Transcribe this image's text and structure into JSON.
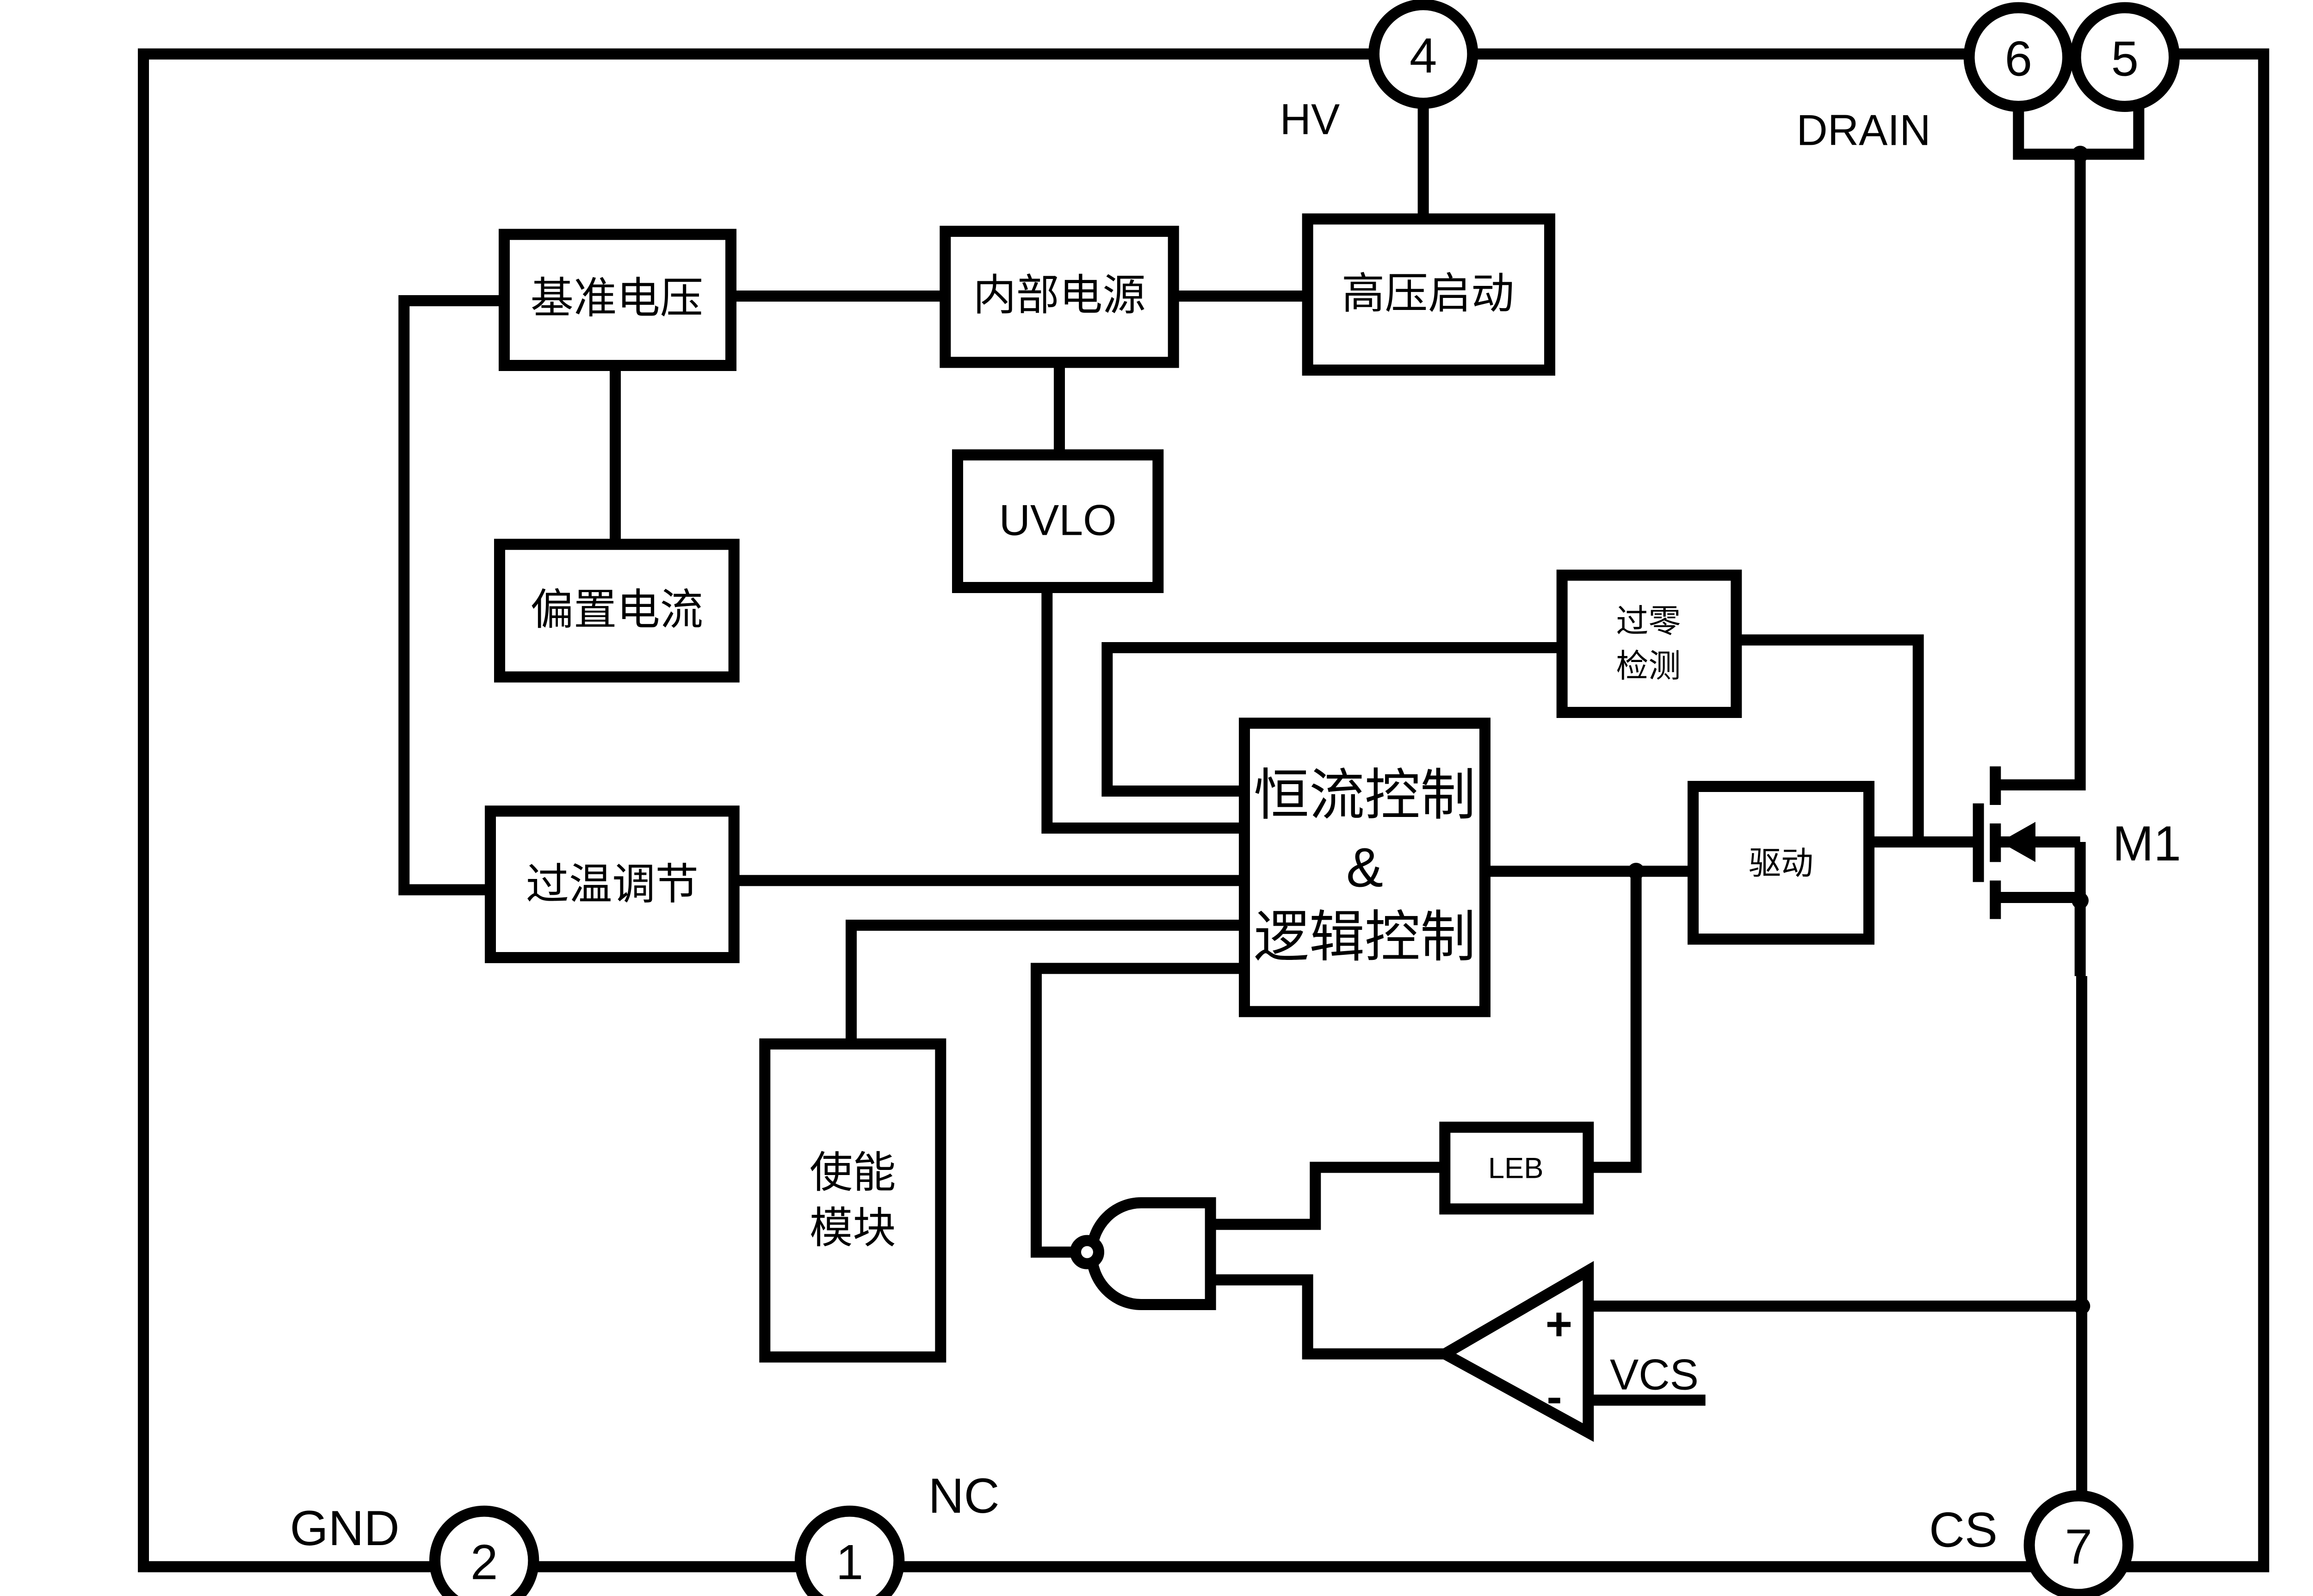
{
  "pins": {
    "hv": {
      "number": "4",
      "name": "HV"
    },
    "drain6": {
      "number": "6",
      "name": ""
    },
    "drain5": {
      "number": "5",
      "name": "DRAIN"
    },
    "gnd": {
      "number": "2",
      "name": "GND"
    },
    "nc": {
      "number": "1",
      "name": "NC"
    },
    "cs": {
      "number": "7",
      "name": "CS"
    }
  },
  "blocks": {
    "reference_voltage": "基准电压",
    "internal_power": "内部电源",
    "hv_startup": "高压启动",
    "uvlo": "UVLO",
    "bias_current": "偏置电流",
    "zero_cross_1": "过零",
    "zero_cross_2": "检测",
    "cc_control": "恒流控制",
    "ampersand": "&",
    "logic_control": "逻辑控制",
    "otp": "过温调节",
    "driver": "驱动",
    "enable_1": "使能",
    "enable_2": "模块",
    "leb": "LEB"
  },
  "comparator": {
    "plus": "+",
    "minus": "-",
    "ref": "VCS"
  },
  "mosfet": {
    "label": "M1"
  }
}
